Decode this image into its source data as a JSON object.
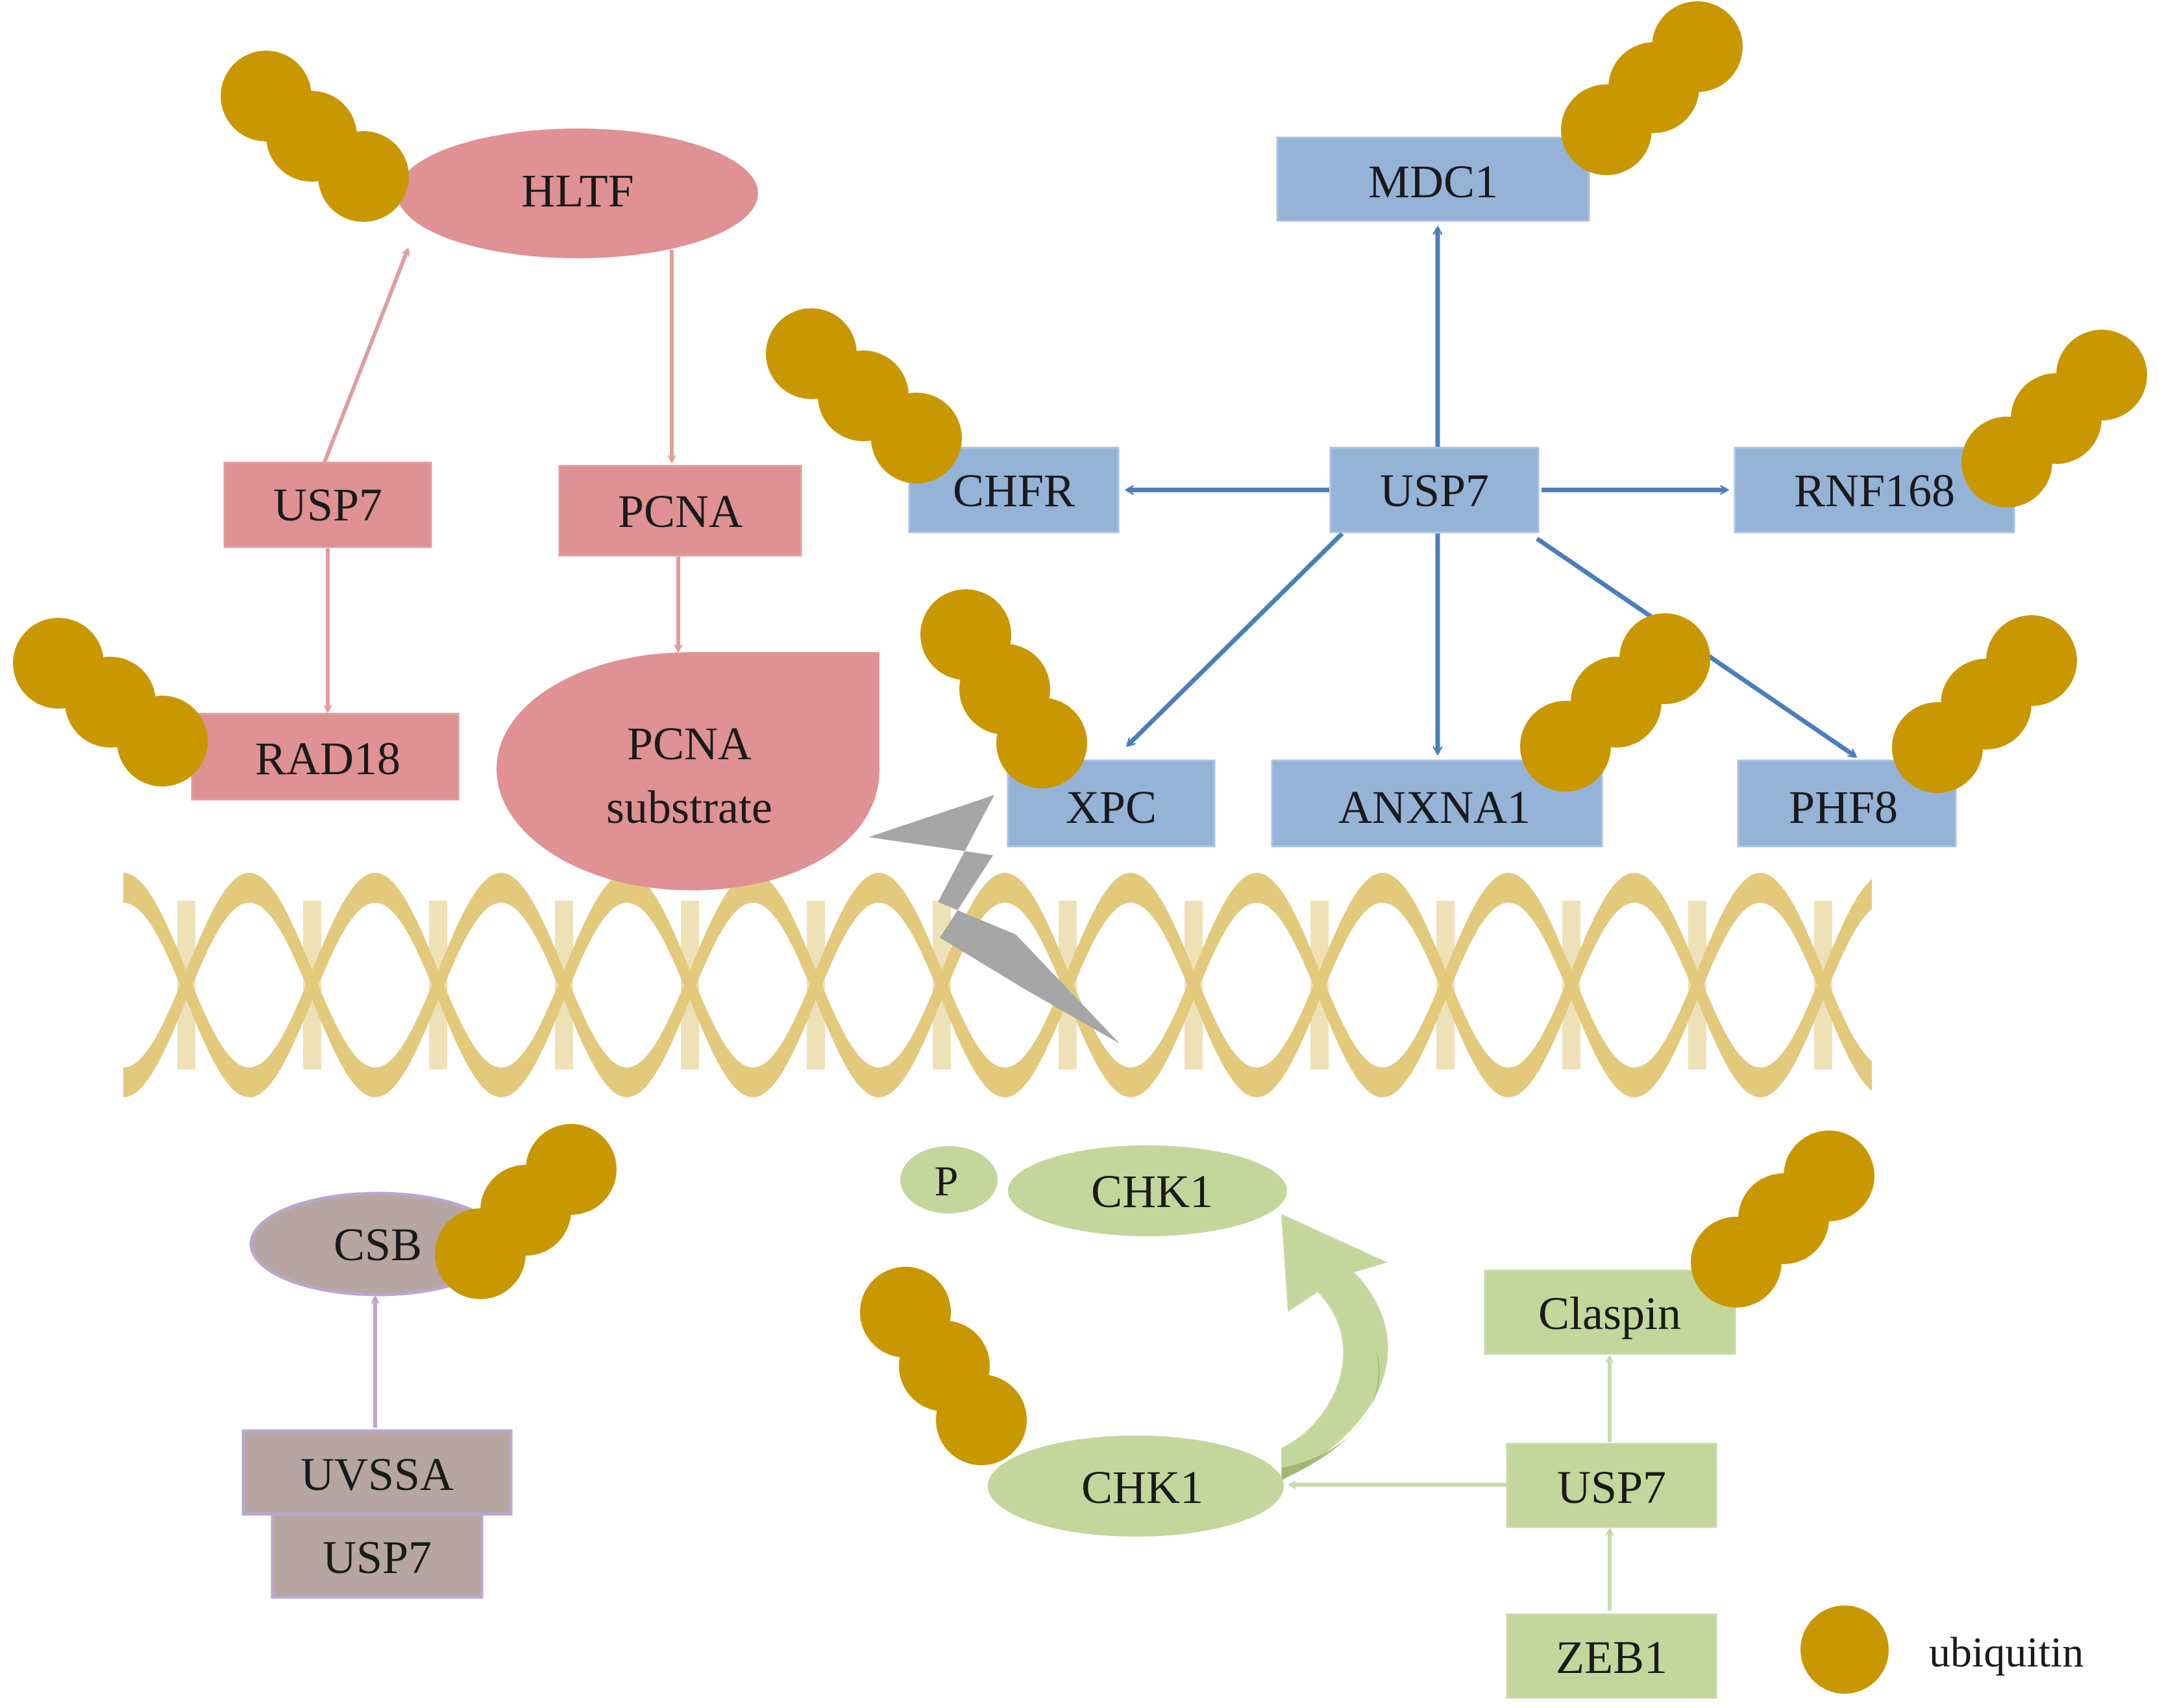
{
  "colors": {
    "dna": "#e2c97c",
    "ubiquitin": "#c99700",
    "lightning": "#a6a6a6",
    "pink_fill": "#df9193",
    "pink_stroke": "#dd9ea0",
    "blue_fill": "#95b3d7",
    "blue_stroke": "#a9c2e0",
    "blue_arrow": "#4a7ebb",
    "green_fill": "#c3d69b",
    "green_stroke": "#c9d9aa",
    "purple_fill": "#b7a5a2",
    "purple_stroke": "#b8a7cf"
  },
  "icons": {
    "ubiquitin": "ubiquitin-bead-chain",
    "dna": "double-helix",
    "damage": "lightning-bolt"
  },
  "pink_pathway": {
    "hltf": "HLTF",
    "usp7": "USP7",
    "pcna": "PCNA",
    "rad18": "RAD18",
    "substrate_line1": "PCNA",
    "substrate_line2": "substrate"
  },
  "blue_pathway": {
    "mdc1": "MDC1",
    "chfr": "CHFR",
    "usp7": "USP7",
    "rnf168": "RNF168",
    "xpc": "XPC",
    "anxna1": "ANXNA1",
    "phf8": "PHF8"
  },
  "purple_pathway": {
    "csb": "CSB",
    "uvssa": "UVSSA",
    "usp7": "USP7"
  },
  "green_pathway": {
    "p_label": "P",
    "chk1_phospho": "CHK1",
    "chk1": "CHK1",
    "claspin": "Claspin",
    "usp7": "USP7",
    "zeb1": "ZEB1"
  },
  "legend": {
    "ubiquitin": "ubiquitin"
  }
}
